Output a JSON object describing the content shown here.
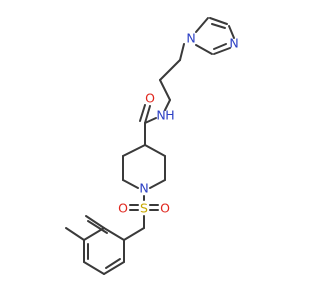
{
  "molecule": {
    "atom_labels": {
      "imidazole_n": "N",
      "imidazole_n3": "N",
      "amide_nh": "N",
      "amide_h": "H",
      "carbonyl_o": "O",
      "piperidine_n": "N",
      "sulfur": "S",
      "sulfonyl_o_left": "O",
      "sulfonyl_o_right": "O"
    },
    "colors": {
      "carbon": "#3a3a3a",
      "nitrogen": "#2b3fc4",
      "oxygen": "#e0261d",
      "sulfur": "#c8a800"
    }
  }
}
